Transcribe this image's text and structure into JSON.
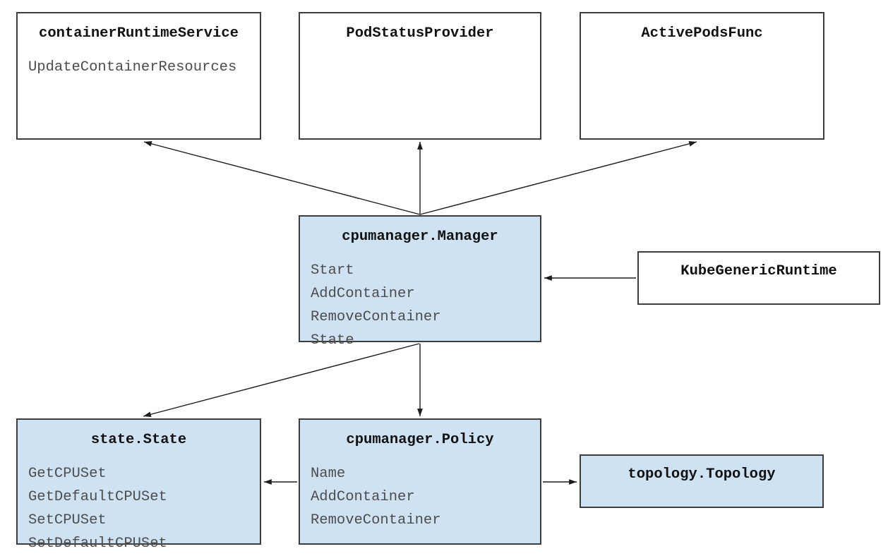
{
  "diagram": {
    "nodes": {
      "container_runtime_service": {
        "title": "containerRuntimeService",
        "methods": [
          "UpdateContainerResources"
        ]
      },
      "pod_status_provider": {
        "title": "PodStatusProvider",
        "methods": []
      },
      "active_pods_func": {
        "title": "ActivePodsFunc",
        "methods": []
      },
      "cpumanager_manager": {
        "title": "cpumanager.Manager",
        "methods": [
          "Start",
          "AddContainer",
          "RemoveContainer",
          "State"
        ]
      },
      "kube_generic_runtime": {
        "title": "KubeGenericRuntime",
        "methods": []
      },
      "state_state": {
        "title": "state.State",
        "methods": [
          "GetCPUSet",
          "GetDefaultCPUSet",
          "SetCPUSet",
          "SetDefaultCPUSet"
        ]
      },
      "cpumanager_policy": {
        "title": "cpumanager.Policy",
        "methods": [
          "Name",
          "AddContainer",
          "RemoveContainer"
        ]
      },
      "topology_topology": {
        "title": "topology.Topology",
        "methods": []
      }
    },
    "edges": [
      {
        "from": "cpumanager.Manager",
        "to": "containerRuntimeService"
      },
      {
        "from": "cpumanager.Manager",
        "to": "PodStatusProvider"
      },
      {
        "from": "cpumanager.Manager",
        "to": "ActivePodsFunc"
      },
      {
        "from": "KubeGenericRuntime",
        "to": "cpumanager.Manager"
      },
      {
        "from": "cpumanager.Manager",
        "to": "state.State"
      },
      {
        "from": "cpumanager.Manager",
        "to": "cpumanager.Policy"
      },
      {
        "from": "cpumanager.Policy",
        "to": "state.State"
      },
      {
        "from": "cpumanager.Policy",
        "to": "topology.Topology"
      }
    ],
    "colors": {
      "box_fill_blue": "#cfe2f3",
      "box_fill_white": "#ffffff",
      "box_border": "#3d3d3d",
      "title_text": "#111111",
      "method_text": "#4d4d4d",
      "arrow": "#1c1c1c",
      "background": "#ffffff"
    }
  }
}
